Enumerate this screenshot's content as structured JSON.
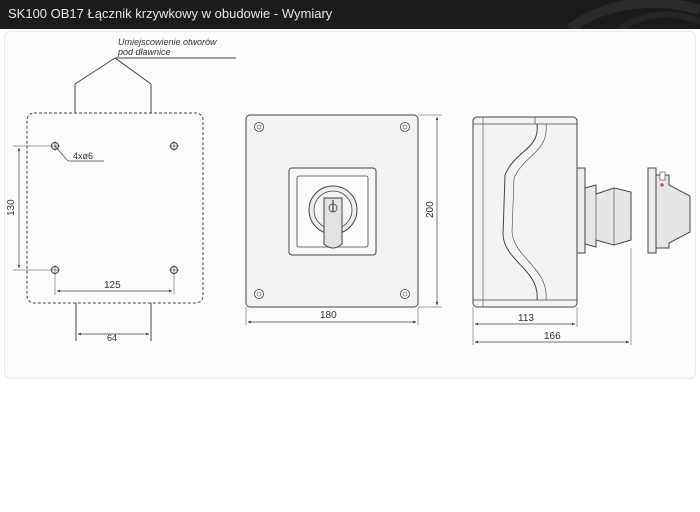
{
  "page": {
    "title": "SK100 OB17 Łącznik krzywkowy w obudowie - Wymiary"
  },
  "colors": {
    "header_bg": "#1b1b1b",
    "header_text": "#e6e6e6",
    "line": "#444444",
    "enclosure_fill": "#f3f3f3"
  },
  "drawing": {
    "note_line1": "Umiejscowienie otworów",
    "note_line2": "pod dławnice",
    "holes": "4xø6",
    "dim_130": "130",
    "dim_125": "125",
    "dim_64": "64",
    "dim_180": "180",
    "dim_200": "200",
    "dim_113": "113",
    "dim_166": "166"
  }
}
